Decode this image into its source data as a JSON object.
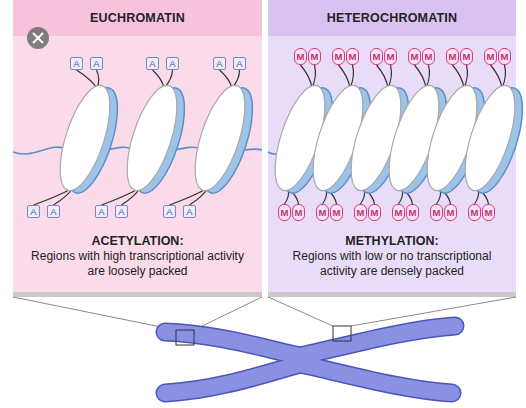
{
  "diagram": {
    "nodes": [
      {
        "text": [
          "EUCHROMATIN",
          "ACETYLATION:",
          "Regions with high transcriptional activity are loosely packed"
        ]
      },
      {
        "text": [
          "A"
        ],
        "in": 0
      },
      {
        "text": [
          "A"
        ],
        "in": 0
      },
      {
        "text": [
          "A"
        ],
        "in": 0
      },
      {
        "text": [
          "A"
        ],
        "in": 0
      },
      {
        "text": [
          "A"
        ],
        "in": 0
      },
      {
        "text": [
          "A"
        ],
        "in": 0
      },
      {
        "text": [
          "A"
        ],
        "in": 0
      },
      {
        "text": [
          "A"
        ],
        "in": 0
      },
      {
        "text": [
          "A"
        ],
        "in": 0
      },
      {
        "text": [
          "A"
        ],
        "in": 0
      },
      {
        "text": [
          "A"
        ],
        "in": 0
      },
      {
        "text": [
          "A"
        ],
        "in": 0
      },
      {
        "text": [
          "HETEROCHROMATIN",
          "METHYLATION:",
          "Regions with low or no transcriptional activity are densely packed"
        ]
      },
      {
        "text": [
          "M"
        ],
        "in": 13
      },
      {
        "text": [
          "M"
        ],
        "in": 13
      },
      {
        "text": [
          "M"
        ],
        "in": 13
      },
      {
        "text": [
          "M"
        ],
        "in": 13
      },
      {
        "text": [
          "M"
        ],
        "in": 13
      },
      {
        "text": [
          "M"
        ],
        "in": 13
      },
      {
        "text": [
          "M"
        ],
        "in": 13
      },
      {
        "text": [
          "M"
        ],
        "in": 13
      },
      {
        "text": [
          "M"
        ],
        "in": 13
      },
      {
        "text": [
          "M"
        ],
        "in": 13
      },
      {
        "text": [
          "M"
        ],
        "in": 13
      },
      {
        "text": [
          "M"
        ],
        "in": 13
      },
      {
        "text": [
          "M"
        ],
        "in": 13
      },
      {
        "text": [
          "M"
        ],
        "in": 13
      },
      {
        "text": [
          "M"
        ],
        "in": 13
      },
      {
        "text": [
          "M"
        ],
        "in": 13
      },
      {
        "text": [
          "M"
        ],
        "in": 13
      },
      {
        "text": [
          "M"
        ],
        "in": 13
      },
      {
        "text": [
          "M"
        ],
        "in": 13
      },
      {
        "text": [
          "M"
        ],
        "in": 13
      },
      {
        "text": [
          "M"
        ],
        "in": 13
      },
      {
        "text": [
          "M"
        ],
        "in": 13
      },
      {
        "text": [
          "M"
        ],
        "in": 13
      },
      {
        "text": [
          "M"
        ],
        "in": 13
      }
    ]
  }
}
